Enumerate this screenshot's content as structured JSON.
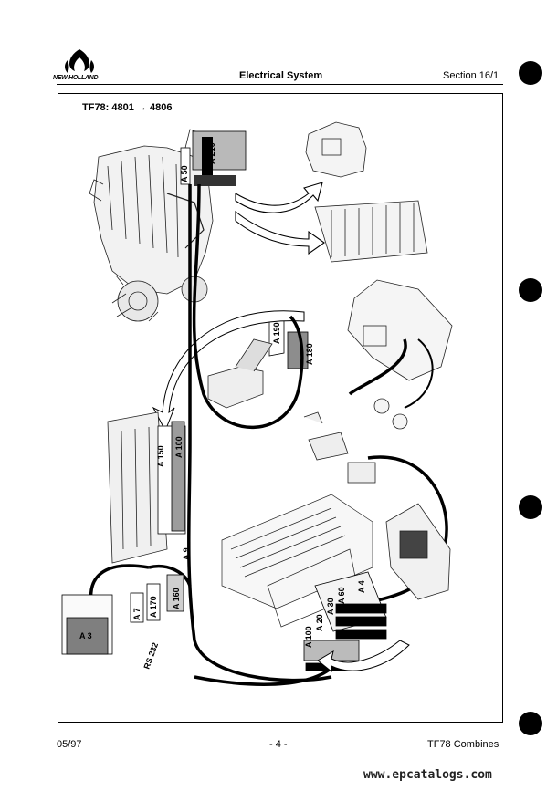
{
  "header": {
    "brand": "NEW HOLLAND",
    "title": "Electrical System",
    "section": "Section 16/1"
  },
  "diagram": {
    "model_range": "TF78: 4801 → 4806",
    "labels": {
      "a210": "A 210",
      "a50": "A 50",
      "a190": "A 190",
      "a180": "A 180",
      "a150": "A 150",
      "a100": "A 100",
      "a9": "A 9",
      "a7": "A 7",
      "a170": "A 170",
      "a160": "A 160",
      "a3": "A 3",
      "rs232": "RS 232",
      "a100b": "A 100",
      "a20": "A 20",
      "a30": "A 30",
      "a60": "A 60",
      "a4": "A 4"
    }
  },
  "footer": {
    "date": "05/97",
    "page": "- 4 -",
    "model": "TF78 Combines",
    "watermark": "www.epcatalogs.com"
  }
}
